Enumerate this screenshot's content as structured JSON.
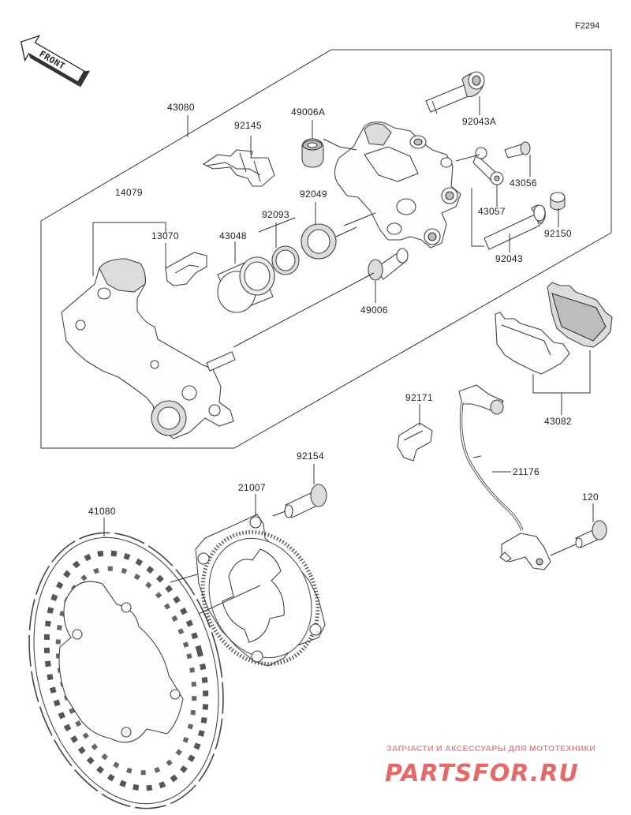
{
  "figure_code": "F2294",
  "front_label": "FRONT",
  "parts": {
    "p43080": "43080",
    "p92145": "92145",
    "p49006A": "49006A",
    "p92043A": "92043A",
    "p14079": "14079",
    "p13070": "13070",
    "p43048": "43048",
    "p92093": "92093",
    "p92049": "92049",
    "p43056": "43056",
    "p43057": "43057",
    "p92150": "92150",
    "p92043": "92043",
    "p49006": "49006",
    "p92171": "92171",
    "p43082": "43082",
    "p92154": "92154",
    "p21007": "21007",
    "p21176": "21176",
    "p41080": "41080",
    "p120": "120"
  },
  "watermark": {
    "caption": "ЗАПЧАСТИ И АКСЕССУАРЫ ДЛЯ МОТОТЕХНИКИ",
    "logo": "PARTSFOR.RU"
  }
}
